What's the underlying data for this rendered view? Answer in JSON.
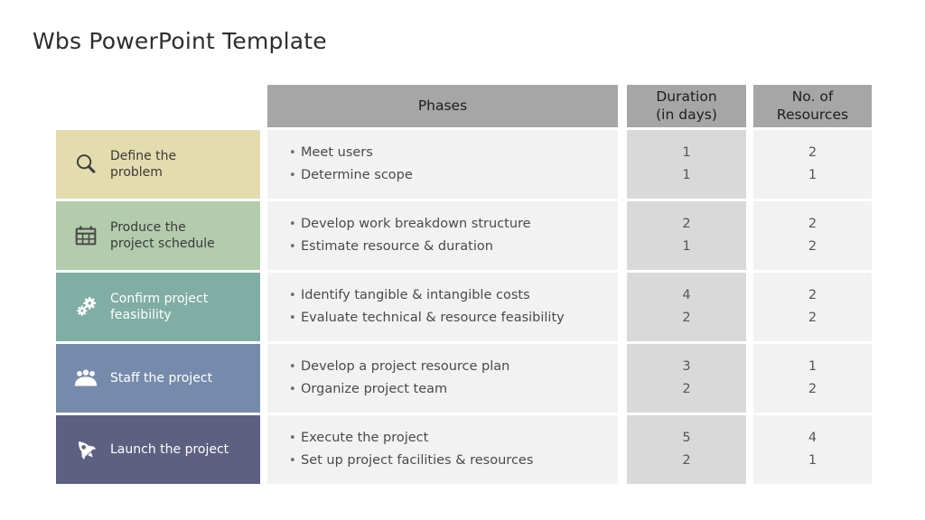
{
  "title": "Wbs PowerPoint Template",
  "table": {
    "headers": {
      "phases": "Phases",
      "duration_line1": "Duration",
      "duration_line2": "(in days)",
      "resources_line1": "No. of",
      "resources_line2": "Resources"
    },
    "rows": [
      {
        "label": "Define the\nproblem",
        "icon": "magnifier-icon",
        "color": "#e3dcae",
        "text_color": "#3a3a3a",
        "icon_color": "#3d3d3d",
        "phases": [
          "Meet users",
          "Determine scope"
        ],
        "duration": [
          "1",
          "1"
        ],
        "resources": [
          "2",
          "1"
        ]
      },
      {
        "label": "Produce the\nproject schedule",
        "icon": "calendar-icon",
        "color": "#b3ccab",
        "text_color": "#3a3a3a",
        "icon_color": "#4a4a4a",
        "phases": [
          "Develop work breakdown structure",
          "Estimate resource & duration"
        ],
        "duration": [
          "2",
          "1"
        ],
        "resources": [
          "2",
          "2"
        ]
      },
      {
        "label": "Confirm project\nfeasibility",
        "icon": "gears-icon",
        "color": "#80ada4",
        "text_color": "#ffffff",
        "icon_color": "#ffffff",
        "phases": [
          "Identify tangible & intangible costs",
          "Evaluate technical & resource feasibility"
        ],
        "duration": [
          "4",
          "2"
        ],
        "resources": [
          "2",
          "2"
        ]
      },
      {
        "label": "Staff the project",
        "icon": "people-icon",
        "color": "#768bab",
        "text_color": "#ffffff",
        "icon_color": "#ffffff",
        "phases": [
          "Develop a project resource plan",
          "Organize project team"
        ],
        "duration": [
          "3",
          "2"
        ],
        "resources": [
          "1",
          "2"
        ]
      },
      {
        "label": "Launch the project",
        "icon": "rocket-icon",
        "color": "#5d6080",
        "text_color": "#ffffff",
        "icon_color": "#ffffff",
        "phases": [
          "Execute the project",
          "Set up project facilities & resources"
        ],
        "duration": [
          "5",
          "2"
        ],
        "resources": [
          "4",
          "1"
        ]
      }
    ],
    "bullet_glyph": "•"
  },
  "colors": {
    "header_bg": "#a6a6a6",
    "phases_bg": "#f2f2f2",
    "duration_bg": "#d9d9d9",
    "resources_bg": "#f2f2f2",
    "title_color": "#2e2e2e"
  }
}
